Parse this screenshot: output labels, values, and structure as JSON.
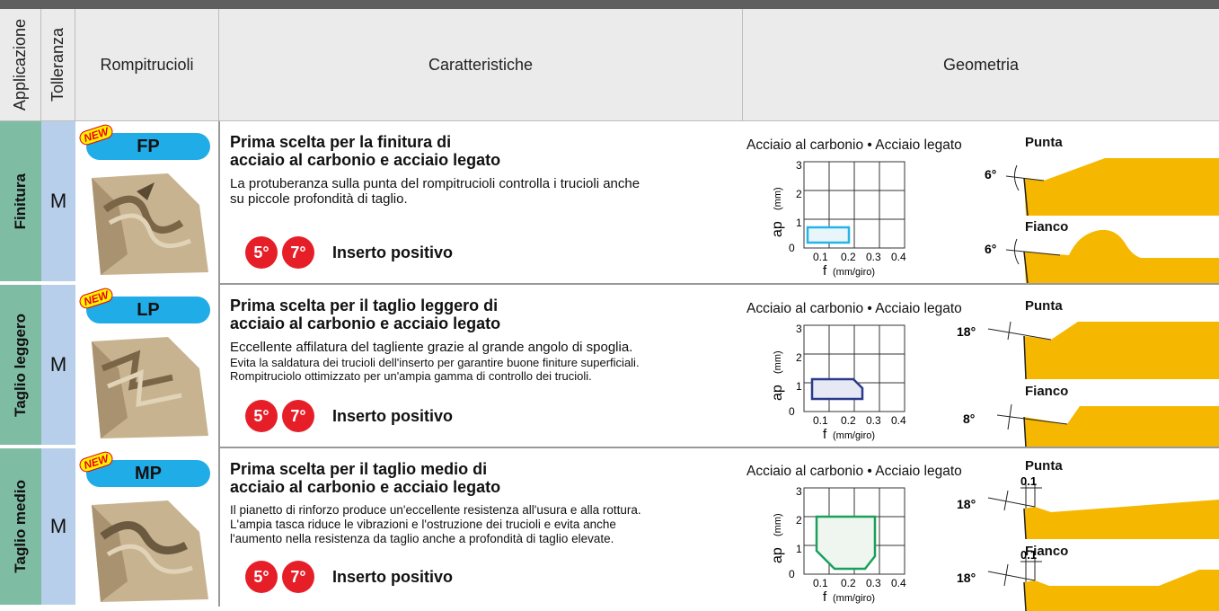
{
  "header": {
    "applicazione": "Applicazione",
    "tolleranza": "Tolleranza",
    "rompitrucioli": "Rompitrucioli",
    "caratteristiche": "Caratteristiche",
    "geometria": "Geometria"
  },
  "common": {
    "new": "NEW",
    "angle_a": "5°",
    "angle_b": "7°",
    "insert": "Inserto positivo",
    "material": "Acciaio al carbonio • Acciaio legato",
    "ylabel": "ap",
    "yunit": "(mm)",
    "xlabel": "f",
    "xunit": "(mm/giro)",
    "punta": "Punta",
    "fianco": "Fianco",
    "zero_one": "0.1",
    "ticks": {
      "x0": "0",
      "x1": "0.1",
      "x2": "0.2",
      "x3": "0.3",
      "x4": "0.4",
      "y1": "1",
      "y2": "2",
      "y3": "3"
    }
  },
  "rows": [
    {
      "app": "Finitura",
      "tol": "M",
      "breaker": "FP",
      "title1": "Prima scelta per la finitura di",
      "title2": "acciaio al carbonio e acciaio legato",
      "desc": [
        "La protuberanza sulla punta del rompitrucioli controlla i trucioli anche",
        "su piccole profondità di taglio."
      ],
      "punta_angle": "6°",
      "fianco_angle": "6°",
      "range_color": "#25b4e6",
      "range_fill": "#e8f5fb"
    },
    {
      "app": "Taglio leggero",
      "tol": "M",
      "breaker": "LP",
      "title1": "Prima scelta per il taglio leggero di",
      "title2": "acciaio al carbonio e acciaio legato",
      "desc_main": "Eccellente affilatura del tagliente grazie al grande angolo di spoglia.",
      "desc": [
        "Evita la saldatura dei trucioli dell'inserto per garantire buone finiture superficiali.",
        "Rompitruciolo ottimizzato per un'ampia gamma di controllo dei trucioli."
      ],
      "punta_angle": "18°",
      "fianco_angle": "8°",
      "range_color": "#2b3a8c",
      "range_fill": "#e6e8f4"
    },
    {
      "app": "Taglio medio",
      "tol": "M",
      "breaker": "MP",
      "title1": "Prima scelta per il taglio medio di",
      "title2": "acciaio al carbonio e acciaio legato",
      "desc": [
        "Il pianetto di rinforzo produce un'eccellente resistenza all'usura e alla rottura.",
        "L'ampia tasca riduce le vibrazioni e l'ostruzione dei trucioli e evita anche",
        "l'aumento nella resistenza da taglio anche a profondità di taglio elevate."
      ],
      "punta_angle": "18°",
      "fianco_angle": "18°",
      "range_color": "#1aa05a",
      "range_fill": "#eef6ef"
    }
  ]
}
